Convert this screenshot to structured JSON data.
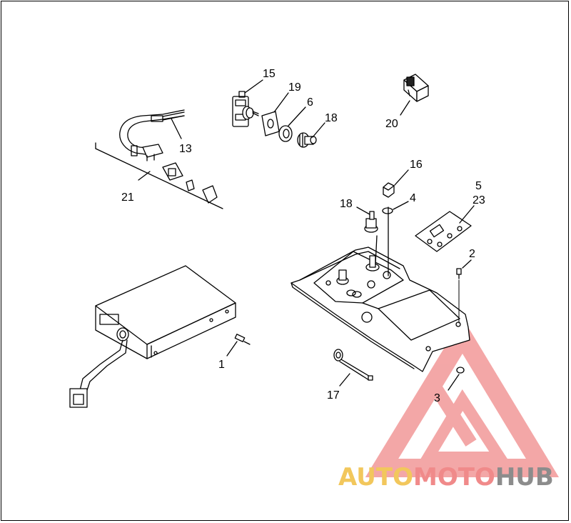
{
  "callouts": {
    "c15": "15",
    "c19": "19",
    "c6": "6",
    "c18a": "18",
    "c20": "20",
    "c13": "13",
    "c21": "21",
    "c16": "16",
    "c4": "4",
    "c18b": "18",
    "c5": "5",
    "c23": "23",
    "c2": "2",
    "c1": "1",
    "c17": "17",
    "c3": "3"
  },
  "watermark": {
    "part1": "AUTO",
    "part2": "MOTO",
    "part3": "HUB"
  },
  "colors": {
    "line": "#000000",
    "watermark_red": "#f08a8a",
    "watermark_yellow": "#f2c75c",
    "watermark_gray": "#8c8c8c"
  }
}
